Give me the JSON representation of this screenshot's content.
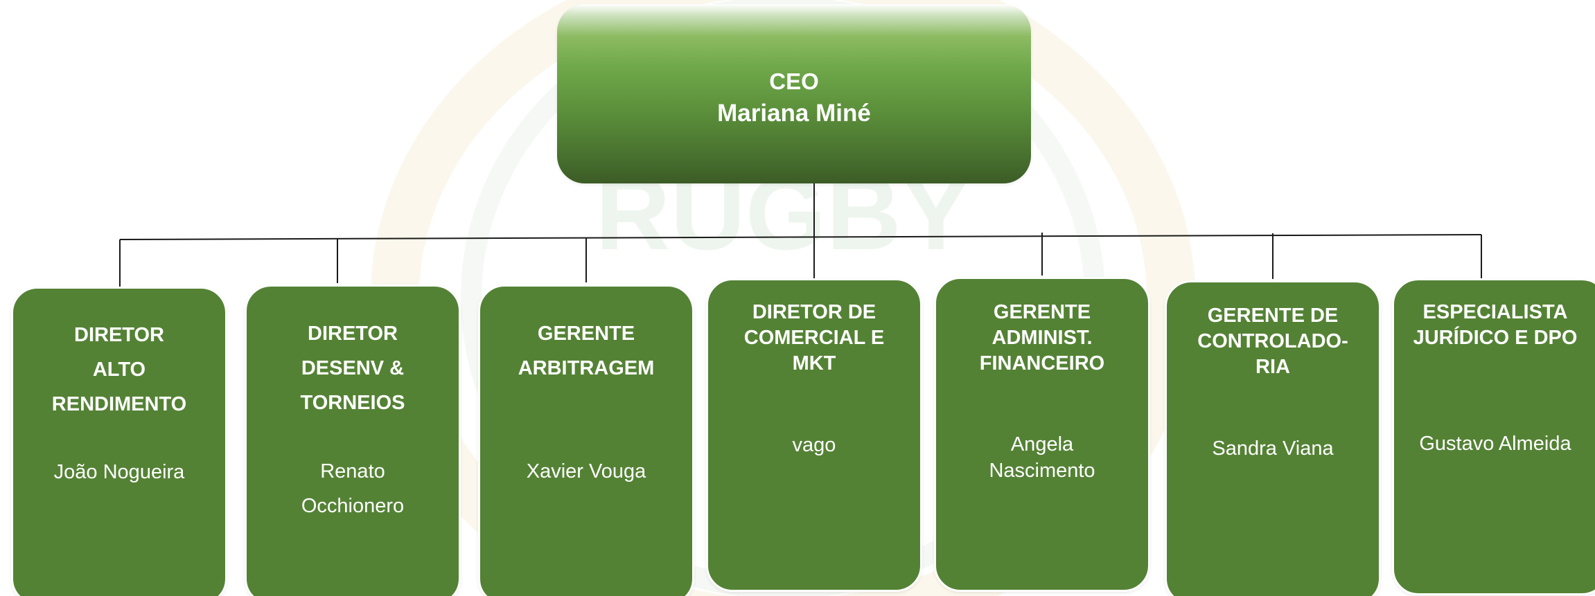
{
  "colors": {
    "box_fill": "#548235",
    "ceo_fill_top": "#8dbb62",
    "ceo_fill_bottom": "#3c5c26",
    "connector": "#1a1a1a",
    "text": "#ffffff"
  },
  "ceo": {
    "role": "CEO",
    "name": "Mariana Miné"
  },
  "positions": [
    {
      "title": "DIRETOR\nALTO\nRENDIMENTO",
      "person": "João Nogueira"
    },
    {
      "title": "DIRETOR\nDESENV &\nTORNEIOS",
      "person": "Renato\nOcchionero"
    },
    {
      "title": "GERENTE\nARBITRAGEM",
      "person": "Xavier Vouga"
    },
    {
      "title": "DIRETOR DE\nCOMERCIAL E\nMKT",
      "person": "vago"
    },
    {
      "title": "GERENTE\nADMINIST.\nFINANCEIRO",
      "person": "Angela\nNascimento"
    },
    {
      "title": "GERENTE DE\nCONTROLADO-\nRIA",
      "person": "Sandra Viana"
    },
    {
      "title": "ESPECIALISTA\nJURÍDICO E DPO",
      "person": "Gustavo Almeida"
    }
  ],
  "watermark": {
    "text": "RUGBY"
  }
}
